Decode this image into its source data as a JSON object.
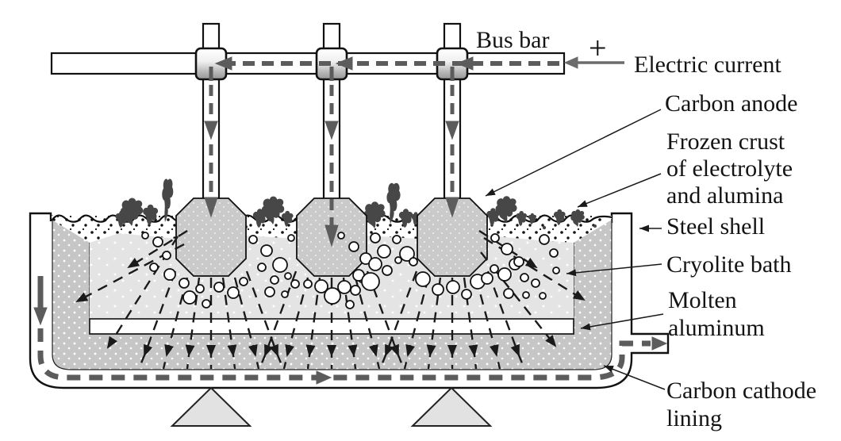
{
  "diagram": {
    "labels": {
      "bus_bar": "Bus bar",
      "plus_sign": "+",
      "electric_current": "Electric current",
      "carbon_anode": "Carbon anode",
      "frozen_crust_line1": "Frozen crust",
      "frozen_crust_line2": "of electrolyte",
      "frozen_crust_line3": "and alumina",
      "steel_shell": "Steel shell",
      "cryolite_bath": "Cryolite bath",
      "molten_line1": "Molten",
      "molten_line2": "aluminum",
      "cathode_line1": "Carbon cathode",
      "cathode_line2": "lining"
    },
    "colors": {
      "ink": "#1a1a1a",
      "current_gray": "#5c5c5c",
      "input_arrow_gray": "#6b6b6b",
      "anode_fill": "#cacaca",
      "lining_fill": "#c6c6c6",
      "bath_fill": "#e4e4e4",
      "crust_fill": "#ffffff",
      "molten_fill": "#ffffff",
      "sludge_fill": "#474747",
      "support_fill": "#e2e2e2",
      "clamp_gradient_top": "#ffffff",
      "clamp_gradient_bottom": "#969696"
    }
  }
}
